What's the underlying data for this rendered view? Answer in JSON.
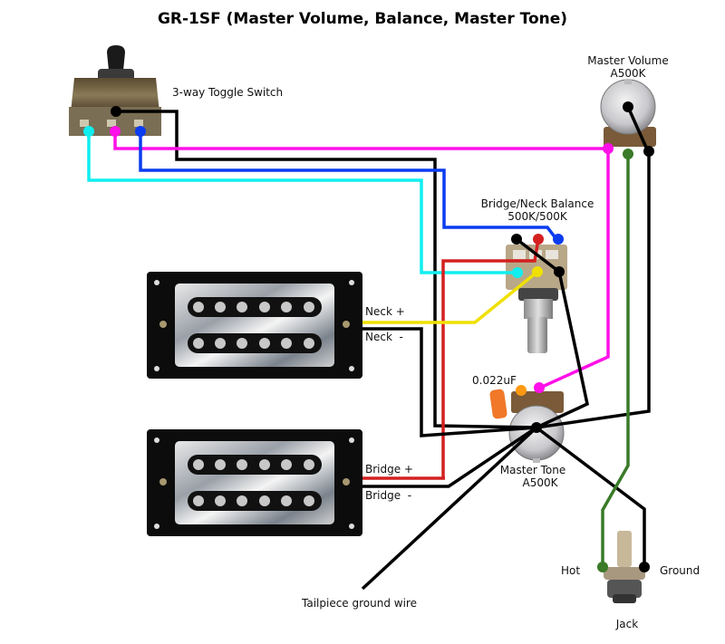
{
  "title": "GR-1SF (Master Volume, Balance, Master Tone)",
  "components": {
    "toggle_switch": {
      "label": "3-way Toggle Switch"
    },
    "master_volume": {
      "label_line1": "Master Volume",
      "label_line2": "A500K"
    },
    "balance_pot": {
      "label_line1": "Bridge/Neck Balance",
      "label_line2": "500K/500K"
    },
    "master_tone": {
      "label_line1": "Master Tone",
      "label_line2": "A500K"
    },
    "capacitor": {
      "label": "0.022uF"
    },
    "jack": {
      "label": "Jack",
      "hot_label": "Hot",
      "ground_label": "Ground"
    },
    "neck_pickup": {
      "plus_label": "Neck +",
      "minus_label": "Neck  -"
    },
    "bridge_pickup": {
      "plus_label": "Bridge +",
      "minus_label": "Bridge  -"
    },
    "tailpiece": {
      "label": "Tailpiece ground wire"
    }
  },
  "wire_colors": {
    "black": "#000000",
    "magenta": "#ff10e8",
    "blue": "#0a3cf0",
    "cyan": "#10eef0",
    "red": "#d42020",
    "yellow": "#f0e000",
    "green": "#3a7a28",
    "orange": "#ff9a10"
  }
}
